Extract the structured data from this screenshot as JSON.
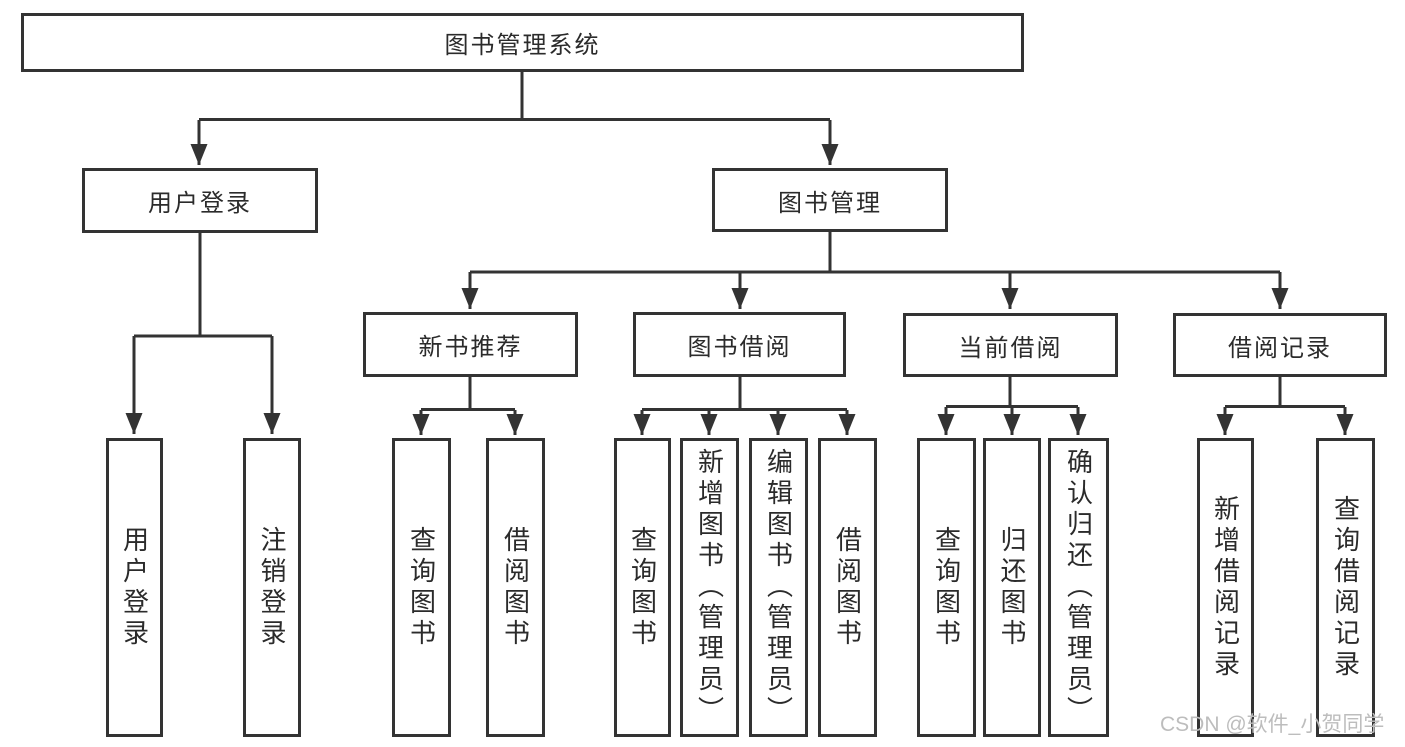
{
  "diagram": {
    "type": "tree-structure-diagram",
    "colors": {
      "line": "#333333",
      "box_border": "#333333",
      "box_fill": "#ffffff",
      "text": "#2b2b2b",
      "background": "#ffffff",
      "watermark": "#bdbdbd"
    },
    "root": {
      "label": "图书管理系统"
    },
    "branches": [
      {
        "label": "用户登录",
        "children": [
          {
            "label": "用户登录"
          },
          {
            "label": "注销登录"
          }
        ]
      },
      {
        "label": "图书管理",
        "children": [
          {
            "label": "新书推荐",
            "children": [
              {
                "label": "查询图书"
              },
              {
                "label": "借阅图书"
              }
            ]
          },
          {
            "label": "图书借阅",
            "children": [
              {
                "label": "查询图书"
              },
              {
                "label": "新增图书（管理员）"
              },
              {
                "label": "编辑图书（管理员）"
              },
              {
                "label": "借阅图书"
              }
            ]
          },
          {
            "label": "当前借阅",
            "children": [
              {
                "label": "查询图书"
              },
              {
                "label": "归还图书"
              },
              {
                "label": "确认归还（管理员）"
              }
            ]
          },
          {
            "label": "借阅记录",
            "children": [
              {
                "label": "新增借阅记录"
              },
              {
                "label": "查询借阅记录"
              }
            ]
          }
        ]
      }
    ],
    "watermark": "CSDN @软件_小贺同学"
  }
}
